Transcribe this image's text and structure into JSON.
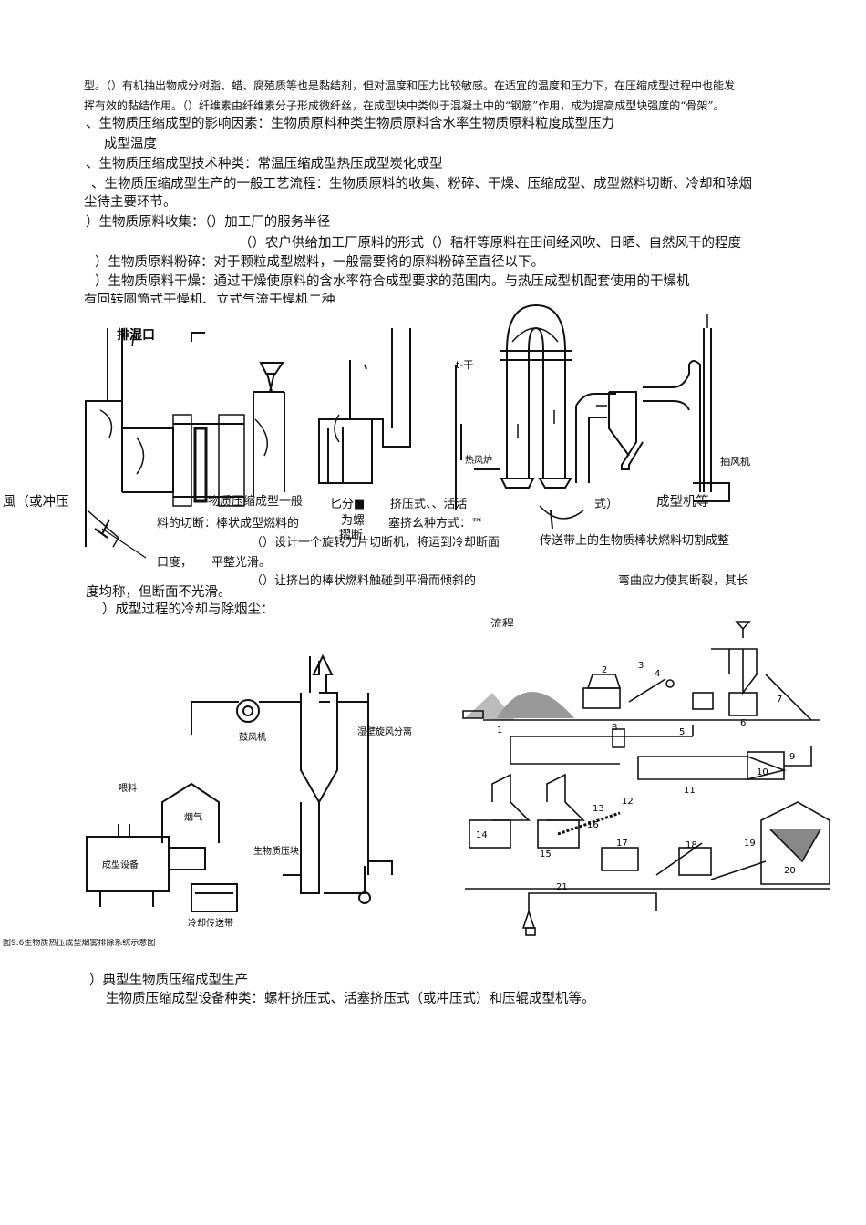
{
  "paragraphs": {
    "l1": "型。（）有机抽出物成分树脂、蜡、腐殖质等也是黏结剂，但对温度和压力比较敏感。在适宜的温度和压力下，在压缩成型过程中也能发",
    "l2": "挥有效的黏结作用。（）纤维素由纤维素分子形成微纤丝，在成型块中类似于混凝土中的“钢筋”作用，成为提高成型块强度的“骨架”。",
    "l3": "、生物质压缩成型的影响因素：生物质原料种类生物质原料含水率生物质原料粒度成型压力",
    "l4": "成型温度",
    "l5": "、生物质压缩成型技术种类：常温压缩成型热压成型炭化成型",
    "l6": "、生物质压缩成型生产的一般工艺流程：生物质原料的收集、粉碎、干燥、压缩成型、成型燃料切断、冷却和除烟",
    "l7": "尘待主要环节。",
    "l8": "）生物质原料收集：（）加工厂的服务半径",
    "l9": "（）农户供给加工厂原料的形式（）秸杆等原料在田间经风吹、日晒、自然风干的程度",
    "l10": "）生物质原料粉碎：对于颗粒成型燃料，一般需要将的原料粉碎至直径以下。",
    "l11": "）生物质原料干燥：通过干燥使原料的含水率符合成型要求的范围内。与热压成型机配套使用的干燥机",
    "l12": "有回转圆筒式干燥机、立式气流干燥机二种"
  },
  "fragments": {
    "f1": "風（或冲压",
    "f2": "物质压缩成型一般",
    "f3": "匕分■",
    "f4": "挤压式、、活活",
    "f5": "式）",
    "f6": "成型机等",
    "f7": "料的切断：棒状成型燃料的",
    "f8": "为螺",
    "f9": "塞挤幺种方式：™",
    "f10": "摺断",
    "f11": "（）设计一个旋转刀片切断机，将运到冷却断面",
    "f12": "传送带上的生物质棒状燃料切割成整",
    "f13": "口度，",
    "f14": "平整光滑。",
    "f15": "（）让挤出的棒状燃料触碰到平滑而倾斜的",
    "f16": "弯曲应力使其断裂，其长",
    "f17": "度均称，但断面不光滑。",
    "f18": "）成型过程的冷却与除烟尘：",
    "f19": "流程",
    "f20": "图9.6生物质热压成型烟雾排除系统示意图"
  },
  "tail": {
    "l1": "）典型生物质压缩成型生产",
    "l2": "生物质压缩成型设备种类：螺杆挤压式、活塞挤压式（或冲压式）和压辊成型机等。"
  },
  "figure_labels": {
    "exhaust": "排湿口",
    "dryer_t": "t-干",
    "hot_stove": "热风炉",
    "fan_exhaust": "抽风机",
    "wet_cyclone": "湿壁旋风分离",
    "blower": "鼓风机",
    "feed": "喂料",
    "smoke": "烟气",
    "forming": "成型设备",
    "block": "生物质压块",
    "conveyor": "冷却传送带",
    "numbers": [
      "1",
      "2",
      "3",
      "4",
      "5",
      "6",
      "7",
      "8",
      "9",
      "10",
      "11",
      "12",
      "13",
      "14",
      "15",
      "16",
      "17",
      "18",
      "19",
      "20",
      "21"
    ]
  }
}
